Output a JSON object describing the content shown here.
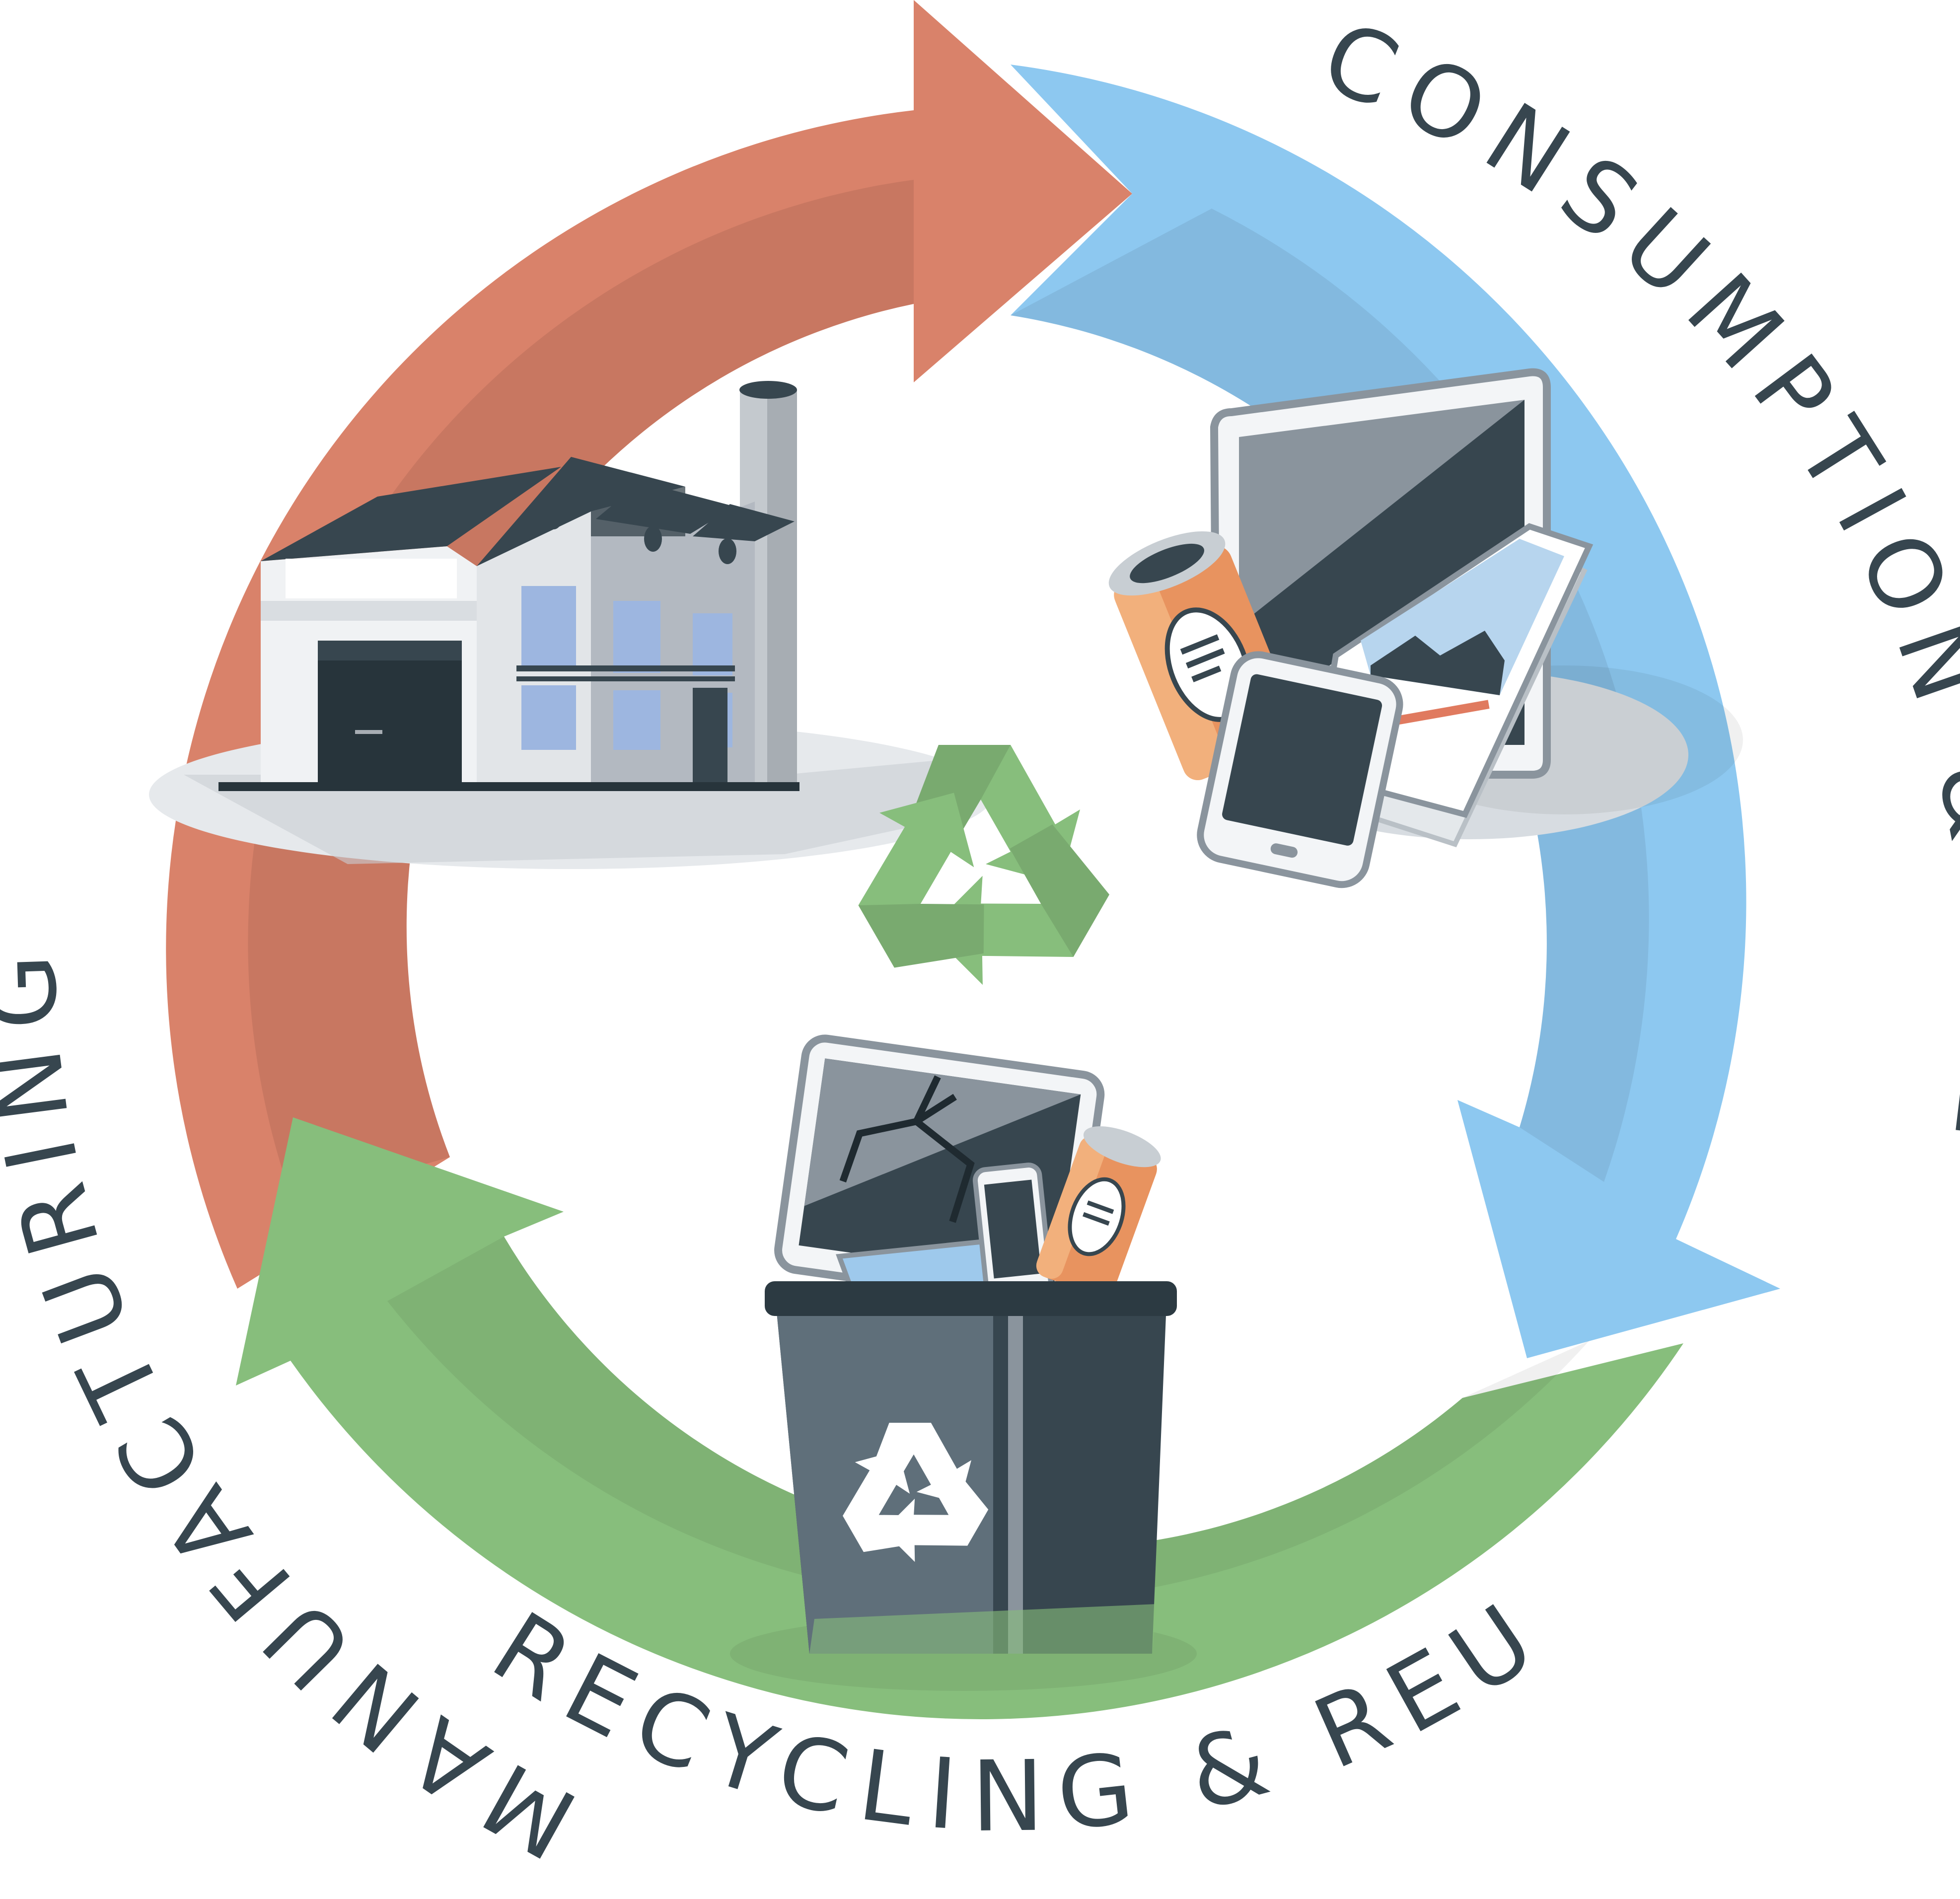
{
  "stages": {
    "manufacturing": {
      "label": "MANUFACTURING",
      "color": "#D9826A"
    },
    "consumption": {
      "label": "CONSUMPTION & USE",
      "color": "#8DC8F0"
    },
    "recycling": {
      "label": "RECYCLING & REUSE",
      "color": "#87BE7C"
    }
  },
  "label_color": "#37464F",
  "center_icon": "recycle-symbol-icon",
  "stage_icons": {
    "manufacturing": "factory-icon",
    "consumption": "electronics-and-can-icon",
    "recycling": "recycle-bin-icon"
  }
}
